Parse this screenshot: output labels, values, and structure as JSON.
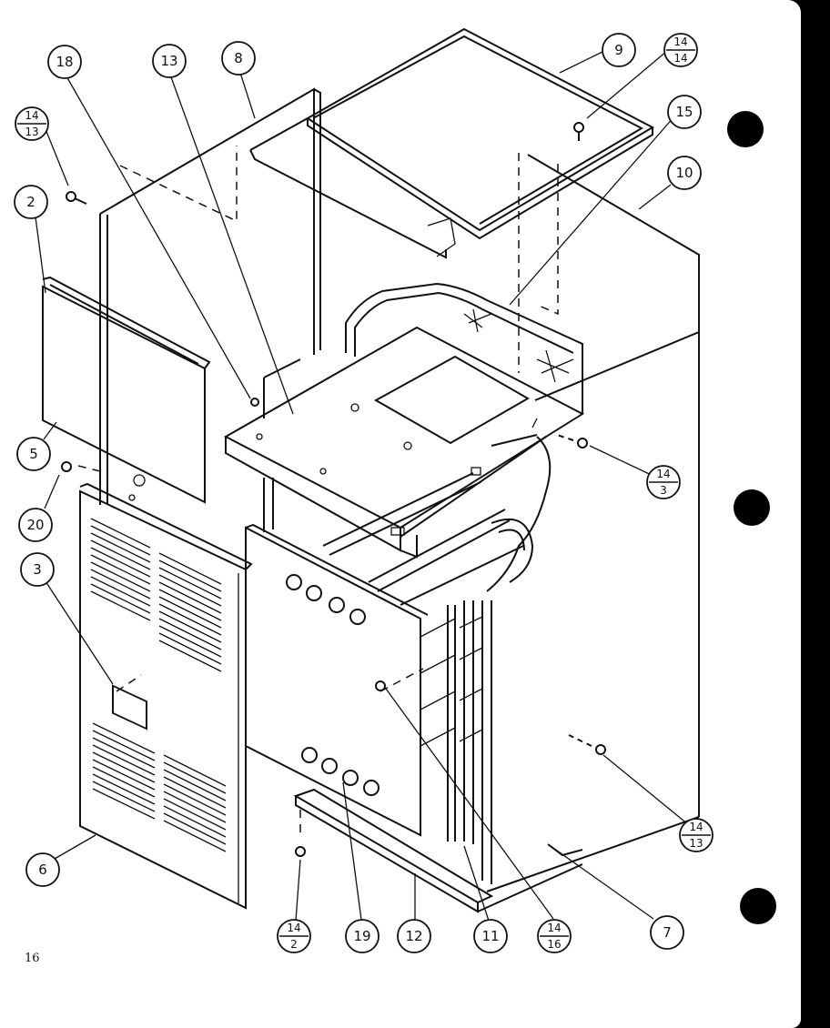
{
  "page_number": "16",
  "callouts": [
    {
      "label": "18"
    },
    {
      "label": "13"
    },
    {
      "label": "8"
    },
    {
      "label": "9"
    },
    {
      "label": "15"
    },
    {
      "label": "10"
    },
    {
      "label": "2"
    },
    {
      "label": "5"
    },
    {
      "label": "20"
    },
    {
      "label": "3"
    },
    {
      "label": "6"
    },
    {
      "label": "19"
    },
    {
      "label": "12"
    },
    {
      "label": "11"
    },
    {
      "label": "7"
    }
  ],
  "fraction_callouts": [
    {
      "top": "14",
      "bottom": "14"
    },
    {
      "top": "14",
      "bottom": "13"
    },
    {
      "top": "14",
      "bottom": "3"
    },
    {
      "top": "14",
      "bottom": "13"
    },
    {
      "top": "14",
      "bottom": "2"
    },
    {
      "top": "14",
      "bottom": "16"
    }
  ]
}
